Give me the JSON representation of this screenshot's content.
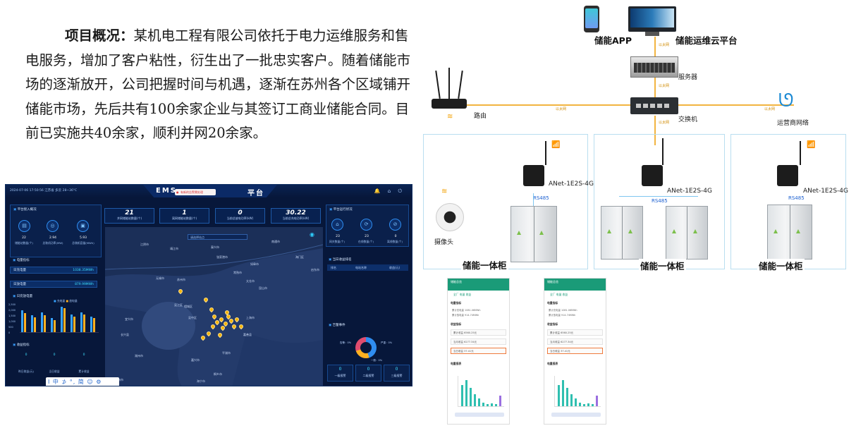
{
  "intro": {
    "lead": "项目概况：",
    "text": "某机电工程有限公司依托于电力运维服务和售电服务，增加了客户粘性，衍生出了一批忠实客户。随着储能市场的逐渐放开，公司把握时间与机遇，逐渐在苏州各个区域铺开储能市场，先后共有100余家企业与其签订工商业储能合同。目前已实施共40余家，顺利并网20余家。"
  },
  "dashboard": {
    "datetime": "2024-07-06 17:50:56  江苏省  多云  28~36°C",
    "title_left": "EMS",
    "title_right": "平台",
    "alert": "有新的告警需处理",
    "header_icons": "🔔 ⌂ ⏻",
    "left": {
      "access_title": "平台接入概况",
      "stats": [
        {
          "value": "22",
          "label": "储能站数量(个)"
        },
        {
          "value": "2.94",
          "label": "总装机功率(MW)"
        },
        {
          "value": "5.93",
          "label": "总装机容量(MWh)"
        }
      ],
      "energy_title": "电量指标",
      "charge_label": "日充电量",
      "charge_value": "1038.35MWh",
      "discharge_label": "日放电量",
      "discharge_value": "879.99MWh",
      "daily_title": "日充放电量",
      "legend_charge": "充电量",
      "legend_discharge": "放电量",
      "yticks": [
        "2,500",
        "2,000",
        "1,500",
        "1,000",
        "500",
        "0"
      ],
      "bars_charge": [
        0.78,
        0.6,
        0.7,
        0.5,
        0.9,
        0.62,
        0.7,
        0.55
      ],
      "bars_discharge": [
        0.68,
        0.52,
        0.6,
        0.42,
        0.85,
        0.55,
        0.62,
        0.5
      ],
      "income_title": "收益指标",
      "income": [
        {
          "value": "0",
          "label": "昨日收益(元)"
        },
        {
          "value": "0",
          "label": "当日收益"
        },
        {
          "value": "0",
          "label": "累计收益"
        }
      ]
    },
    "kpis": [
      {
        "value": "21",
        "label": "并网储能站数量(个)"
      },
      {
        "value": "1",
        "label": "离网储能站数量(个)"
      },
      {
        "value": "0",
        "label": "当前总放电功率(kW)"
      },
      {
        "value": "30.22",
        "label": "当前总充电功率(kW)"
      }
    ],
    "map": {
      "select": "请选择站点",
      "places": [
        "江阴市",
        "靖江市",
        "泰兴市",
        "南通市",
        "如皋市",
        "海门区",
        "启东市",
        "张家港市",
        "常熟市",
        "太仓市",
        "昆山市",
        "苏州市",
        "吴江区",
        "无锡市",
        "宜兴市",
        "湖州市",
        "嘉兴市",
        "上海市",
        "嘉善县",
        "桐乡市",
        "海宁市",
        "杭州市",
        "平湖市",
        "长兴县",
        "吴中区",
        "相城区"
      ]
    },
    "right": {
      "run_title": "平台运行状况",
      "stats": [
        {
          "value": "23",
          "label": "网关数量(个)"
        },
        {
          "value": "23",
          "label": "在线数量(个)"
        },
        {
          "value": "0",
          "label": "离线数量(个)"
        }
      ],
      "rank_title": "当日收益排名",
      "rank_cols": [
        "排名",
        "电站名称",
        "收益(元)"
      ],
      "alarm_title": "告警事件",
      "pie_labels": [
        "告警：0%",
        "严重：0%",
        "一般：0%"
      ],
      "alarms": [
        {
          "value": "0",
          "label": "一级报警"
        },
        {
          "value": "0",
          "label": "二级报警"
        },
        {
          "value": "0",
          "label": "三级报警"
        }
      ]
    },
    "taskbar": "I 中 ⊅ °, 简 ☺ ⚙"
  },
  "diagram": {
    "app_label": "储能APP",
    "cloud_label": "储能运维云平台",
    "server_label": "服务器",
    "switch_label": "交换机",
    "router_label": "路由",
    "carrier_label": "运营商网络",
    "ethernet_tag": "以太网",
    "camera_label": "摄像头",
    "gateway_label": "ANet-1E2S-4G",
    "rs485": "RS485",
    "sites": [
      "储能一体柜",
      "储能一体柜",
      "储能一体柜"
    ],
    "colors": {
      "line": "#f2b440",
      "site_border": "#b9def0",
      "rs485": "#1b5fd0"
    }
  },
  "phones": [
    {
      "bar": "储能总览",
      "tabs": "全厂   电量   收益",
      "energy_title": "电量指标",
      "charge": "累计充电量 1081.06MWh",
      "discharge": "累计放电量 914.74MWh",
      "income_title": "收益指标",
      "rows": [
        "累计收益 6560.25元",
        "当月收益 6277.34元",
        "当日收益 37.41元"
      ],
      "chart_title": "电量报表"
    },
    {
      "bar": "储能总览",
      "tabs": "全厂   电量   收益",
      "energy_title": "电量指标",
      "charge": "累计充电量 1081.06MWh",
      "discharge": "累计放电量 914.74MWh",
      "income_title": "收益指标",
      "rows": [
        "累计收益 6560.25元",
        "当月收益 6277.34元",
        "当日收益 37.41元"
      ],
      "chart_title": "电量报表"
    }
  ]
}
